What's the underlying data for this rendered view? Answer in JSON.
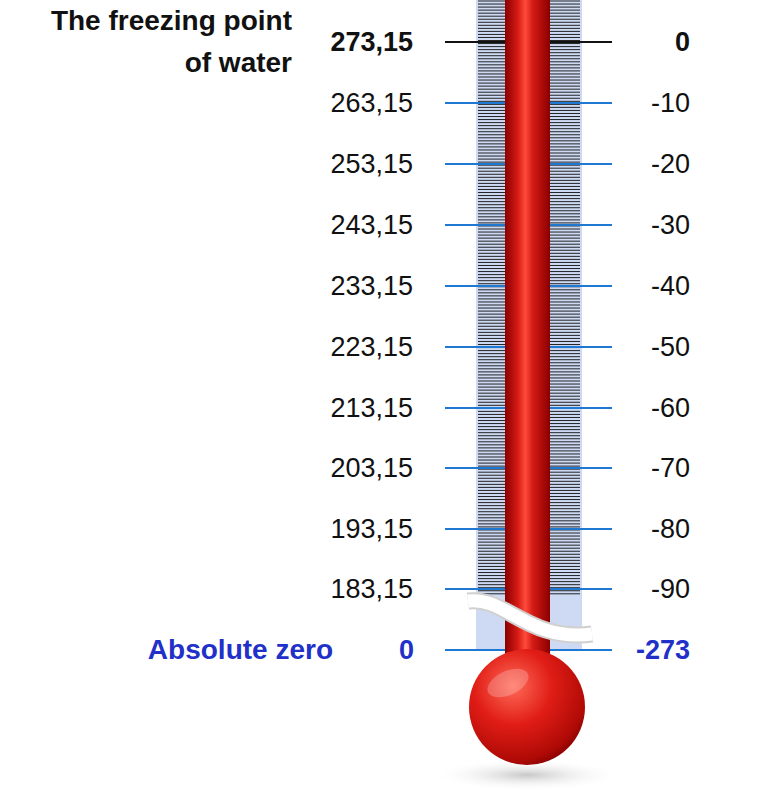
{
  "diagram": {
    "labels": [
      "The freezing point of water",
      "273,15",
      "0",
      "263,15",
      "-10",
      "253,15",
      "-20",
      "243,15",
      "-30",
      "233,15",
      "-40",
      "223,15",
      "-50",
      "213,15",
      "-60",
      "203,15",
      "-70",
      "193,15",
      "-80",
      "183,15",
      "-90",
      "Absolute zero",
      "0",
      "-273"
    ]
  }
}
